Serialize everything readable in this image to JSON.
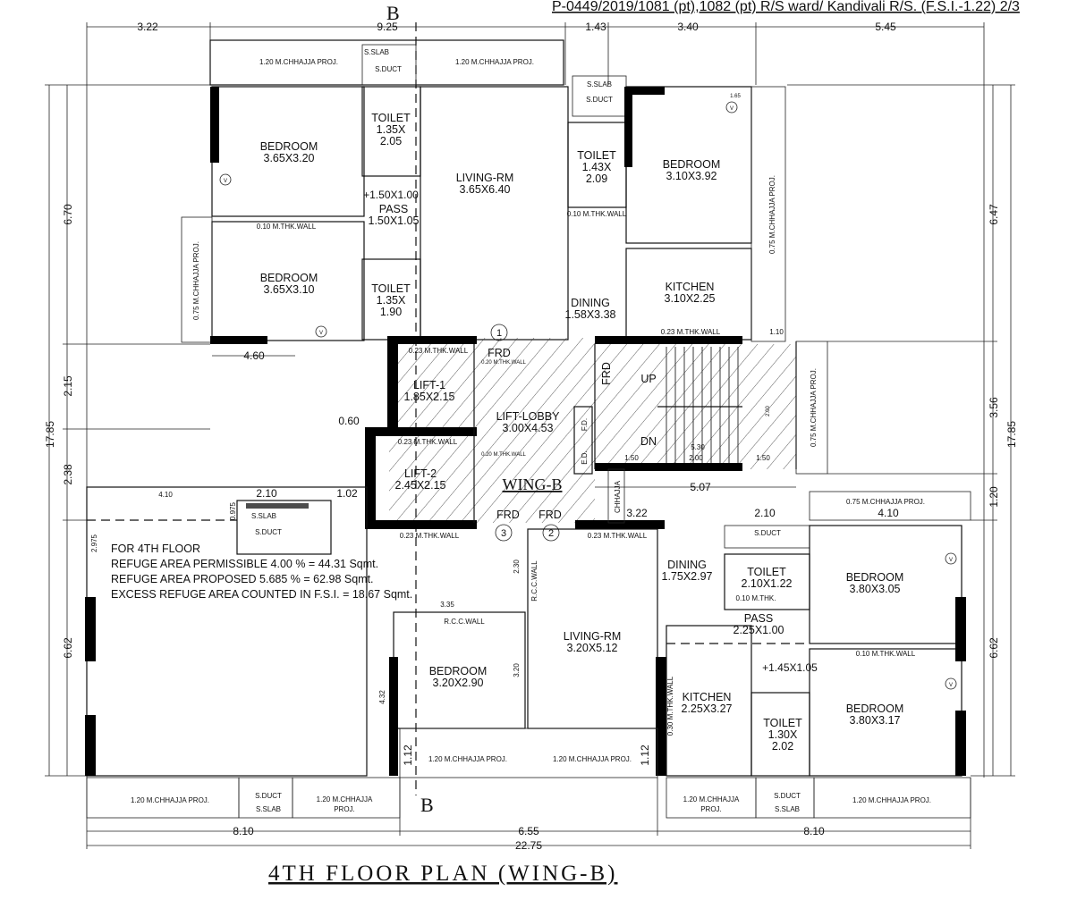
{
  "header": {
    "reference": "P-0449/2019/1081 (pt),1082 (pt) R/S ward/ Kandivali R/S. (F.S.I.-1.22) 2/3"
  },
  "title": "4TH FLOOR PLAN (WING-B)",
  "section_marker": "B",
  "wing_label": "WING-B",
  "rooms": [
    {
      "name": "BEDROOM",
      "size": "3.65X3.20"
    },
    {
      "name": "TOILET",
      "size": "1.35X",
      "size2": "2.05"
    },
    {
      "name": "LIVING-RM",
      "size": "3.65X6.40"
    },
    {
      "name": "TOILET",
      "size": "1.43X",
      "size2": "2.09"
    },
    {
      "name": "BEDROOM",
      "size": "3.10X3.92"
    },
    {
      "name": "PASS",
      "size": "1.50X1.05"
    },
    {
      "name": "BEDROOM",
      "size": "3.65X3.10"
    },
    {
      "name": "TOILET",
      "size": "1.35X",
      "size2": "1.90"
    },
    {
      "name": "DINING",
      "size": "1.58X3.38"
    },
    {
      "name": "KITCHEN",
      "size": "3.10X2.25"
    },
    {
      "name": "LIFT-1",
      "size": "1.85X2.15"
    },
    {
      "name": "LIFT-LOBBY",
      "size": "3.00X4.53"
    },
    {
      "name": "LIFT-2",
      "size": "2.45X2.15"
    },
    {
      "name": "DINING",
      "size": "1.75X2.97"
    },
    {
      "name": "TOILET",
      "size": "2.10X1.22"
    },
    {
      "name": "BEDROOM",
      "size": "3.80X3.05"
    },
    {
      "name": "PASS",
      "size": "2.25X1.00"
    },
    {
      "name": "LIVING-RM",
      "size": "3.20X5.12"
    },
    {
      "name": "BEDROOM",
      "size": "3.20X2.90"
    },
    {
      "name": "KITCHEN",
      "size": "2.25X3.27"
    },
    {
      "name": "TOILET",
      "size": "1.30X",
      "size2": "2.02"
    },
    {
      "name": "BEDROOM",
      "size": "3.80X3.17"
    }
  ],
  "notes": [
    "FOR 4TH FLOOR",
    "REFUGE AREA PERMISSIBLE 4.00 % = 44.31 Sqmt.",
    "REFUGE AREA PROPOSED 5.685 % = 62.98 Sqmt.",
    "EXCESS REFUGE AREA COUNTED IN F.S.I. = 18.67 Sqmt."
  ],
  "dimensions": {
    "top": [
      "3.22",
      "9.25",
      "1.43",
      "3.40",
      "5.45"
    ],
    "left": [
      "6.70",
      "2.15",
      "2.38",
      "6.62"
    ],
    "left_total": "17.85",
    "right": [
      "6.47",
      "3.56",
      "1.20",
      "6.62"
    ],
    "right_total": "17.85",
    "bottom": [
      "8.10",
      "6.55",
      "8.10"
    ],
    "bottom_total": "22.75",
    "misc": [
      "4.60",
      "0.60",
      "1.10",
      "5.07",
      "3.22",
      "2.10",
      "4.10",
      "4.10",
      "2.10",
      "1.02",
      "1.12",
      "1.12",
      "+1.50X1.00",
      "+1.45X1.05",
      "3.35",
      "2.975",
      "0.975",
      "4.32",
      "3.20",
      "2.30",
      "1.50",
      "2.00",
      "1.50",
      "5.30",
      "2.00",
      "1.65"
    ]
  },
  "labels": {
    "chhajja_120": "1.20 M.CHHAJJA PROJ.",
    "chhajja_075": "0.75 M.CHHAJJA PROJ.",
    "chhajja_120_short": "1.20 M.CHHAJJA",
    "proj": "PROJ.",
    "chhajja": "CHHAJJA",
    "sslab": "S.SLAB",
    "sduct": "S.DUCT",
    "wall_010": "0.10 M.THK.WALL",
    "wall_023": "0.23 M.THK.WALL",
    "wall_020": "0.20 M.THK.WALL",
    "wall_030": "0.30 M.THK.WALL",
    "wall_010_short": "0.10 M.THK.",
    "rcc": "R.C.C.WALL",
    "frd": "FRD",
    "up": "UP",
    "dn": "DN",
    "fd": "F.D.",
    "ed": "E.D.",
    "v": "V",
    "m1": "1",
    "m2": "2",
    "m3": "3"
  }
}
